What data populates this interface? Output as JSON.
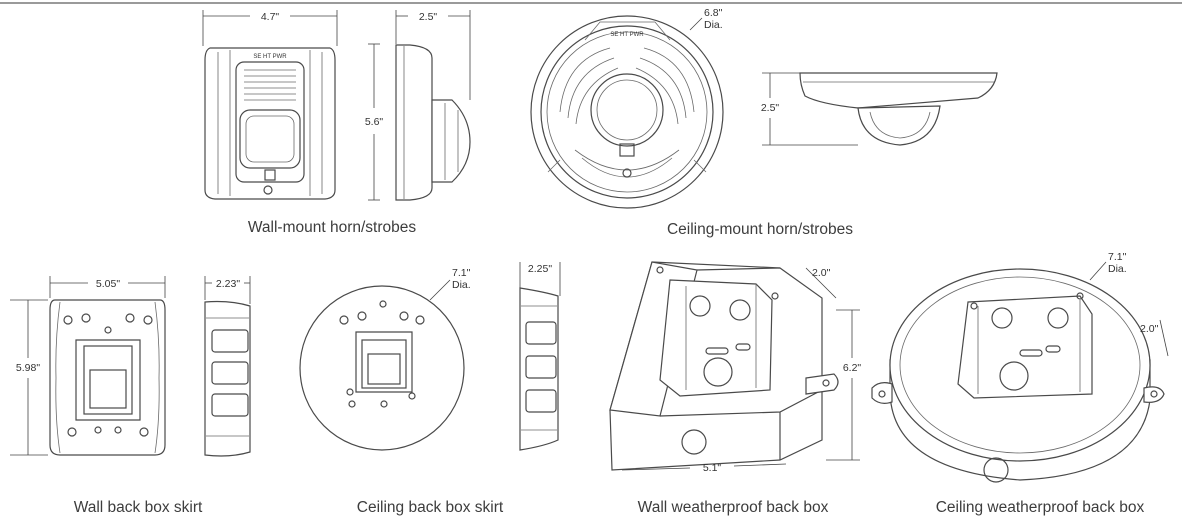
{
  "captions": {
    "wall_mount": "Wall-mount horn/strobes",
    "ceiling_mount": "Ceiling-mount horn/strobes",
    "wall_skirt": "Wall back box skirt",
    "ceiling_skirt": "Ceiling back box skirt",
    "wall_weatherproof": "Wall weatherproof back box",
    "ceiling_weatherproof": "Ceiling weatherproof back box"
  },
  "dimensions": {
    "wall_mount_width": "4.7\"",
    "wall_mount_depth": "2.5\"",
    "wall_mount_height": "5.6\"",
    "ceiling_mount_dia": "6.8\"",
    "ceiling_mount_dia_label": "Dia.",
    "ceiling_mount_depth": "2.5\"",
    "wall_skirt_width": "5.05\"",
    "wall_skirt_depth": "2.23\"",
    "wall_skirt_height": "5.98\"",
    "ceiling_skirt_dia": "7.1\"",
    "ceiling_skirt_dia_label": "Dia.",
    "ceiling_skirt_depth": "2.25\"",
    "wall_wp_depth": "2.0\"",
    "wall_wp_height": "6.2\"",
    "wall_wp_width": "5.1\"",
    "ceiling_wp_dia": "7.1\"",
    "ceiling_wp_dia_label": "Dia.",
    "ceiling_wp_depth": "2.0\""
  },
  "header_text": "SE  HT  PWR"
}
